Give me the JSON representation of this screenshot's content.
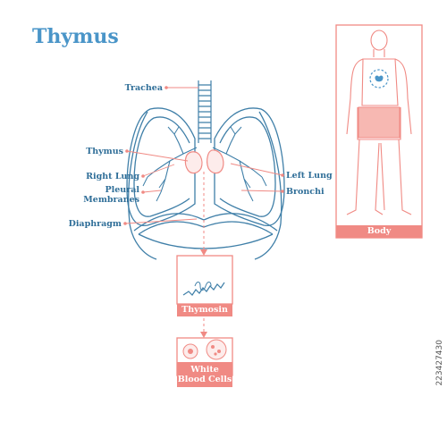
{
  "title": "Thymus",
  "labels": {
    "trachea": "Trachea",
    "thymus": "Thymus",
    "right_lung": "Right Lung",
    "pleural_membranes_1": "Pleural",
    "pleural_membranes_2": "Membranes",
    "diaphragm": "Diaphragm",
    "left_lung": "Left Lung",
    "bronchi": "Bronchi"
  },
  "panels": {
    "body": "Body",
    "thymosin": "Thymosin",
    "white_blood_cells_1": "White",
    "white_blood_cells_2": "Blood Cells"
  },
  "stock_id": "223427430",
  "colors": {
    "accent_blue": "#4a95c8",
    "line_blue": "#3f7fa8",
    "salmon": "#f08a84",
    "salmon_light": "#f7b8b2"
  }
}
